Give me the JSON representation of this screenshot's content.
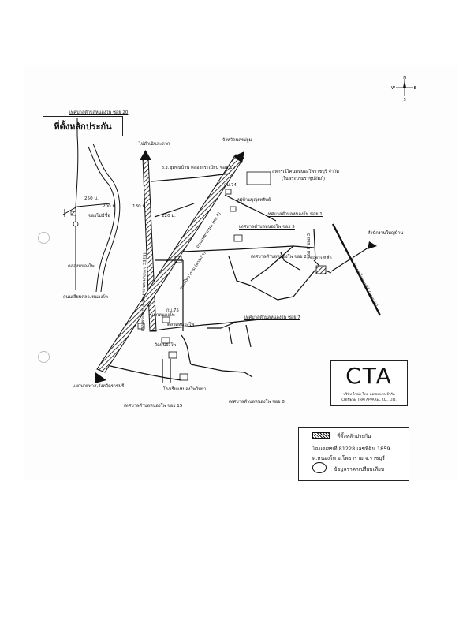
{
  "title_box": "ที่ตั้งหลักประกัน",
  "compass": {
    "n": "N",
    "s": "S",
    "e": "E",
    "w": "W"
  },
  "labels": {
    "soi20": "เทศบาลตำบลหนองโพ ซอย 20",
    "dist250": "250 ม.",
    "dist200": "200 ม.",
    "dist130": "130 ม.",
    "dist220": "220 ม.",
    "soi_maisue": "ซอยไม่มีชื่อ",
    "khlong": "คลองหนองโพ",
    "thanon_khlong": "ถนนเลียบคลองหนองโพ",
    "to_damnoen": "ไปดำเนินสะดวก",
    "school10": "ร.ร.ชุมชนบ้าน คลองกระเบียน ซอย 10",
    "to_nakhonpathom": "จังหวัดนครปฐม",
    "km74": "กม.74",
    "coop": "สหกรณ์โคนมหนองโพราชบุรี จำกัด",
    "coop_sub": "(ในพระบรมราชูปถัมภ์)",
    "village": "หมู่บ้านบุญยทรัพย์",
    "soi1": "เทศบาลตำบลหนองโพ ซอย 1",
    "soi5": "เทศบาลตำบลหนองโพ ซอย 5",
    "soi2": "เทศบาลตำบลหนองโพ ซอย 2",
    "soi7": "เทศบาลตำบลหนองโพ ซอย 7",
    "soi15": "เทศบาลตำบลหนองโพ ซอย 15",
    "soi8": "เทศบาลตำบลหนองโพ ซอย 8",
    "soi_maisue2": "ซอยไม่มีชื่อ",
    "soi3": "ซอย 8 ซอย 3",
    "to_banpong": "สำนักงานใหญ่บ้าน",
    "railway": "ทางรถไฟสายใต้ (สายเก่า)",
    "road_3325": "ถนนพระราม 4 (ทางหลวงหมายเลข 3325)",
    "road_4": "ถนนเพชรเกษม (ทล.4)",
    "road_old": "ถนนโพธาราม (สายเก่า)",
    "police": "แยกหนองโพ",
    "km75": "กม.75",
    "market": "ตลาดหนองโพ",
    "temple": "วัดหนองโพ",
    "school": "โรงเรียนหนองโพวิทยา",
    "to_ratchaburi": "แยกบายพาส,จังหวัดราชบุรี"
  },
  "logo": {
    "mark": "CTA",
    "line1": "บริษัท ไชน่า ไทย แอปพาเรล จำกัด",
    "line2": "CHINESE THAI APPAREL CO., LTD."
  },
  "legend": {
    "collateral": "ที่ตั้งหลักประกัน",
    "deed": "โฉนดเลขที่ 81228 เลขที่ดิน 1859",
    "location": "ต.หนองโพ อ.โพธาราม จ.ราชบุรี",
    "comparison": "ข้อมูลราคาเปรียบเทียบ"
  },
  "colors": {
    "ink": "#111111",
    "paper": "#fdfdfd",
    "road_hatch": "#1a1a1a"
  }
}
